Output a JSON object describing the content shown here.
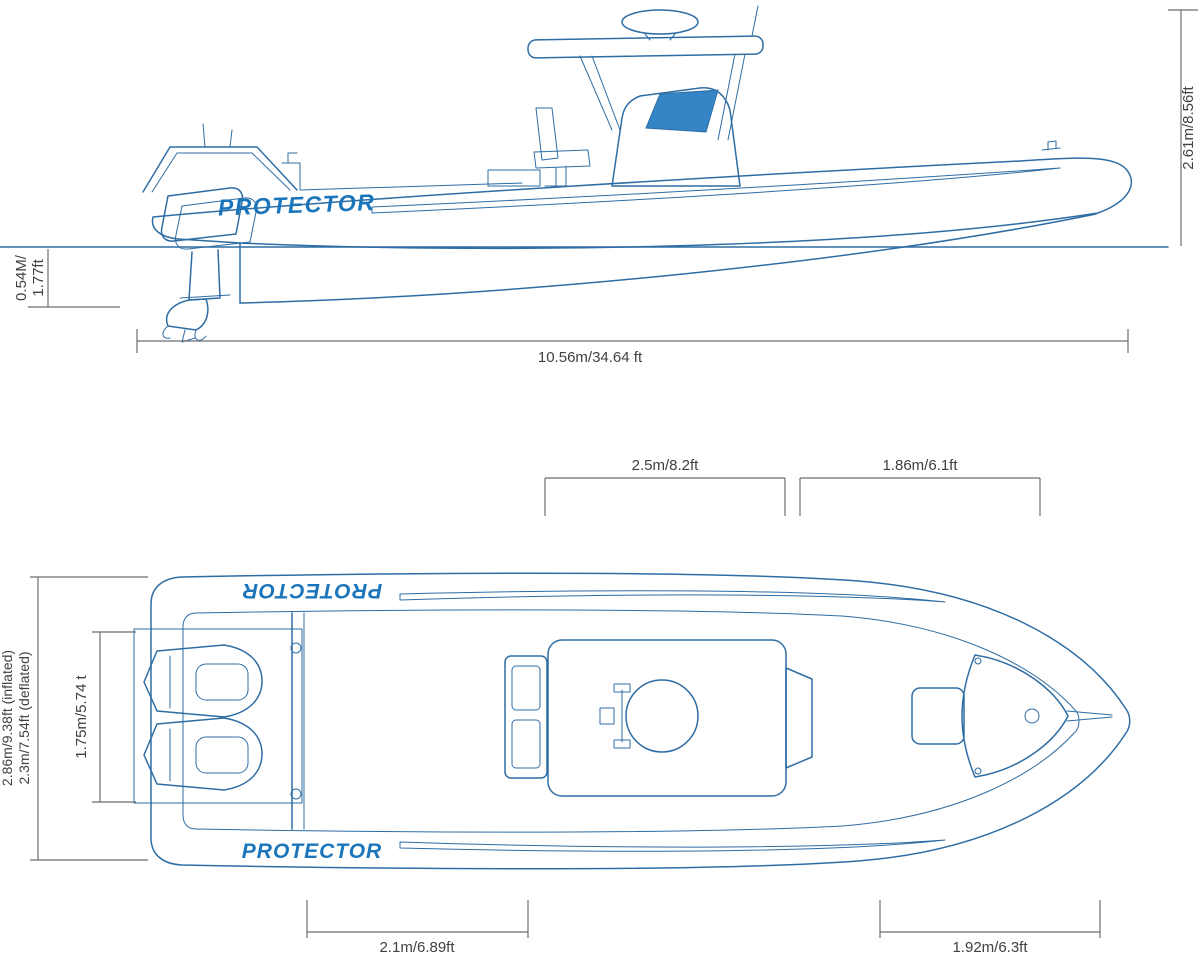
{
  "title": "Protector RIB boat dimension diagram",
  "brand": {
    "name": "PROTECTOR",
    "color": "#1b75bb"
  },
  "colors": {
    "drawing_line": "#2e6da4",
    "dimension_line": "#6d6e71",
    "dimension_text": "#414042",
    "accent_fill": "#3585c6",
    "background": "#ffffff"
  },
  "side_view": {
    "height_label": "2.61m/8.56ft",
    "draft_label_line1": "0.54M/",
    "draft_label_line2": "1.77ft",
    "length_label": "10.56m/34.64 ft"
  },
  "top_view": {
    "console_span_label": "2.5m/8.2ft",
    "foredeck_span_label": "1.86m/6.1ft",
    "beam_inflated_label": "2.86m/9.38ft (inflated)",
    "beam_deflated_label": "2.3m/7.54ft (deflated)",
    "cockpit_beam_label": "1.75m/5.74 t",
    "stern_span_label": "2.1m/6.89ft",
    "bow_span_label": "1.92m/6.3ft"
  }
}
